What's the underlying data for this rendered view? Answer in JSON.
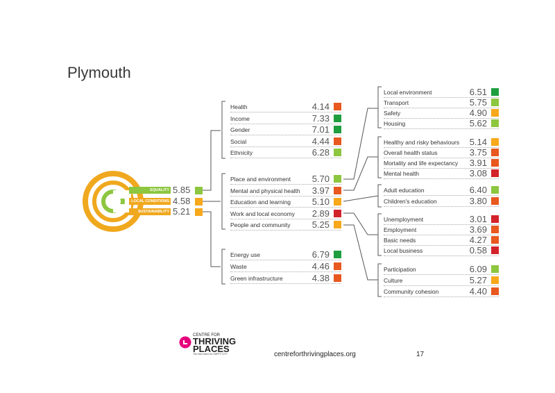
{
  "title": "Plymouth",
  "colors": {
    "green": "#1e9e3e",
    "lightgreen": "#8dc63f",
    "amber": "#f7a81b",
    "orange": "#e8581f",
    "red": "#d2232a",
    "domain_label": "#f0a81e"
  },
  "domains": [
    {
      "label": "EQUALITY",
      "value": "5.85",
      "color": "lightgreen"
    },
    {
      "label": "LOCAL CONDITIONS",
      "value": "4.58",
      "color": "amber"
    },
    {
      "label": "SUSTAINABILITY",
      "value": "5.21",
      "color": "amber"
    }
  ],
  "equality_items": [
    {
      "label": "Health",
      "value": "4.14",
      "color": "orange"
    },
    {
      "label": "Income",
      "value": "7.33",
      "color": "green"
    },
    {
      "label": "Gender",
      "value": "7.01",
      "color": "green"
    },
    {
      "label": "Social",
      "value": "4.44",
      "color": "orange"
    },
    {
      "label": "Ethnicity",
      "value": "6.28",
      "color": "lightgreen"
    }
  ],
  "local_items": [
    {
      "label": "Place and environment",
      "value": "5.70",
      "color": "lightgreen"
    },
    {
      "label": "Mental and physical health",
      "value": "3.97",
      "color": "orange"
    },
    {
      "label": "Education and learning",
      "value": "5.10",
      "color": "amber"
    },
    {
      "label": "Work and local economy",
      "value": "2.89",
      "color": "red"
    },
    {
      "label": "People and community",
      "value": "5.25",
      "color": "amber"
    }
  ],
  "sustainability_items": [
    {
      "label": "Energy use",
      "value": "6.79",
      "color": "green"
    },
    {
      "label": "Waste",
      "value": "4.46",
      "color": "orange"
    },
    {
      "label": "Green infrastructure",
      "value": "4.38",
      "color": "orange"
    }
  ],
  "place_items": [
    {
      "label": "Local environment",
      "value": "6.51",
      "color": "green"
    },
    {
      "label": "Transport",
      "value": "5.75",
      "color": "lightgreen"
    },
    {
      "label": "Safety",
      "value": "4.90",
      "color": "amber"
    },
    {
      "label": "Housing",
      "value": "5.62",
      "color": "lightgreen"
    }
  ],
  "health_items": [
    {
      "label": "Healthy and risky behaviours",
      "value": "5.14",
      "color": "amber"
    },
    {
      "label": "Overall health status",
      "value": "3.75",
      "color": "orange"
    },
    {
      "label": "Mortality and life expectancy",
      "value": "3.91",
      "color": "orange"
    },
    {
      "label": "Mental health",
      "value": "3.08",
      "color": "red"
    }
  ],
  "education_items": [
    {
      "label": "Adult education",
      "value": "6.40",
      "color": "lightgreen"
    },
    {
      "label": "Children's education",
      "value": "3.80",
      "color": "orange"
    }
  ],
  "work_items": [
    {
      "label": "Unemployment",
      "value": "3.01",
      "color": "red"
    },
    {
      "label": "Employment",
      "value": "3.69",
      "color": "orange"
    },
    {
      "label": "Basic needs",
      "value": "4.27",
      "color": "orange"
    },
    {
      "label": "Local business",
      "value": "0.58",
      "color": "red"
    }
  ],
  "people_items": [
    {
      "label": "Participation",
      "value": "6.09",
      "color": "lightgreen"
    },
    {
      "label": "Culture",
      "value": "5.27",
      "color": "amber"
    },
    {
      "label": "Community cohesion",
      "value": "4.40",
      "color": "orange"
    }
  ],
  "footer": {
    "logo_line1": "CENTRE FOR",
    "logo_line2": "THRIVING",
    "logo_line3": "PLACES",
    "logo_tagline": "The new name for HAPPY CITY",
    "url": "centreforthrivingplaces.org",
    "page_number": "17"
  }
}
